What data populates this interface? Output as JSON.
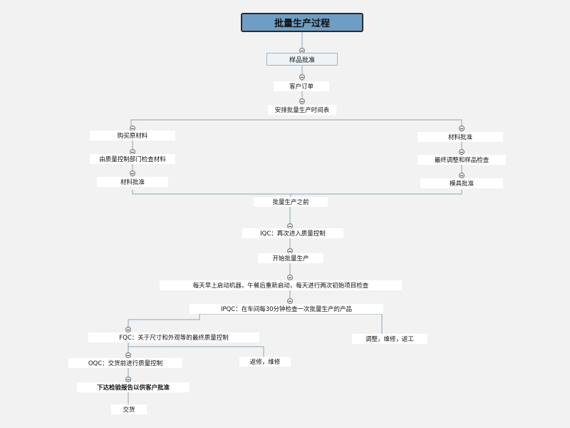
{
  "root": "批量生产过程",
  "nodes": {
    "sample_approval": "样品批准",
    "customer_order": "客户订单",
    "schedule": "安排批量生产时间表",
    "buy_materials": "购买原材料",
    "qc_inspect_materials": "由质量控制部门检查材料",
    "material_approval_left": "材料批准",
    "material_approval_right": "材料批准",
    "final_adjust_sample_check": "最终调整和样品检查",
    "mold_approval": "模具批准",
    "before_mass_production": "批量生产之前",
    "iqc": "IQC：再次进入质量控制",
    "start_mass_production": "开始批量生产",
    "daily_restart_check": "每天早上启动机器，午餐后重新启动，每天进行两次初始项目检查",
    "ipqc": "IPQC：在车间每30分钟检查一次批量生产的产品",
    "fqc": "FQC：关于尺寸和外观等的最终质量控制",
    "adjust_repair_rework": "调整，维修，返工",
    "oqc": "OQC：交货前进行质量控制",
    "rework_repair": "返修，维修",
    "report_for_approval": "下达检验报告以供客户批准",
    "delivery": "交货"
  },
  "colors": {
    "root_fill": "#6f9ec4",
    "connector": "#8aa6b8",
    "background": "#f2f2f2"
  },
  "icons": {
    "collapse_toggle": "minus-circle-icon"
  }
}
